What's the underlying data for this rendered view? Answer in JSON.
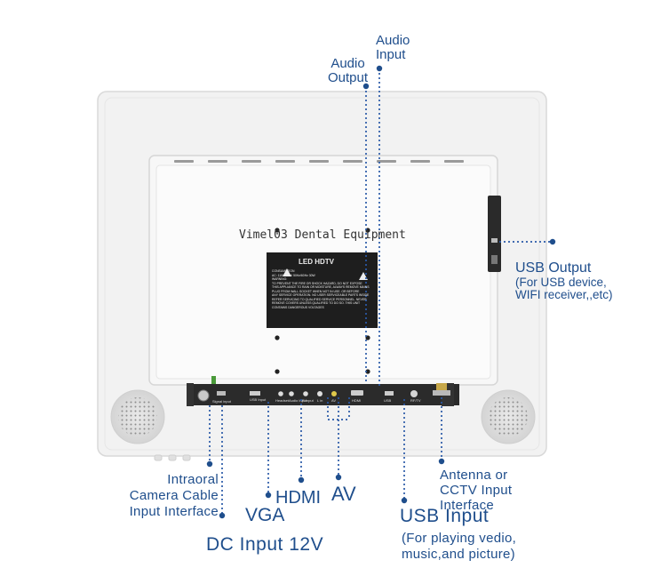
{
  "watermark": "Vimel03 Dental Equipment",
  "plate": {
    "title": "LED HDTV",
    "lines": [
      "CONSUMPTION",
      "AC: 110V-240V   50Hz/60Hz   30W",
      "WARNING:",
      "TO PREVENT THE FIRE OR SHOCK HAZARD, DO NOT EXPOSE",
      "THIS APPLIANCE TO RAIN OR MOISTURE, ALWAYS REMOVE MAINS",
      "PLUG FROM WALL SOCKET WHEN NOT IN USE. OR BEFORE",
      "ANY SERVICE OPERATION. NO USER SERVICEABLE PARTS INSIDE",
      "REFER SERVICING TO QUALIFIED SERVICE PERSONNEL. NEVER",
      "REMOVE COVERS UNLESS QUALIFIED TO DO SO. THIS UNIT",
      "CONTAINS DANGEROUS VOLTAGES"
    ]
  },
  "panel_ports": [
    "Signal input",
    "USB Input",
    "Headset",
    "Audio Input",
    "R input",
    "L in",
    "AV",
    "HDMI",
    "USB",
    "RF/TV"
  ],
  "labels": {
    "audio_input": [
      "Audio",
      "Input"
    ],
    "audio_output": [
      "Audio",
      "Output"
    ],
    "usb_output": "USB Output",
    "usb_output_sub": [
      "(For USB device,",
      "WIFI receiver,,etc)"
    ],
    "intraoral": [
      "Intraoral",
      "Camera Cable",
      "Input Interface"
    ],
    "hdmi": "HDMI",
    "av": "AV",
    "vga": "VGA",
    "dc_input": "DC Input 12V",
    "usb_input": "USB Input",
    "usb_input_sub": [
      "(For playing vedio,",
      "music,and picture)"
    ],
    "antenna": [
      "Antenna or",
      "CCTV Input",
      "Interface"
    ]
  },
  "colors": {
    "label": "#1f4e8c",
    "line": "#2a5aa8",
    "frame": "#f1f1f1",
    "panel": "#2b2b2b"
  }
}
